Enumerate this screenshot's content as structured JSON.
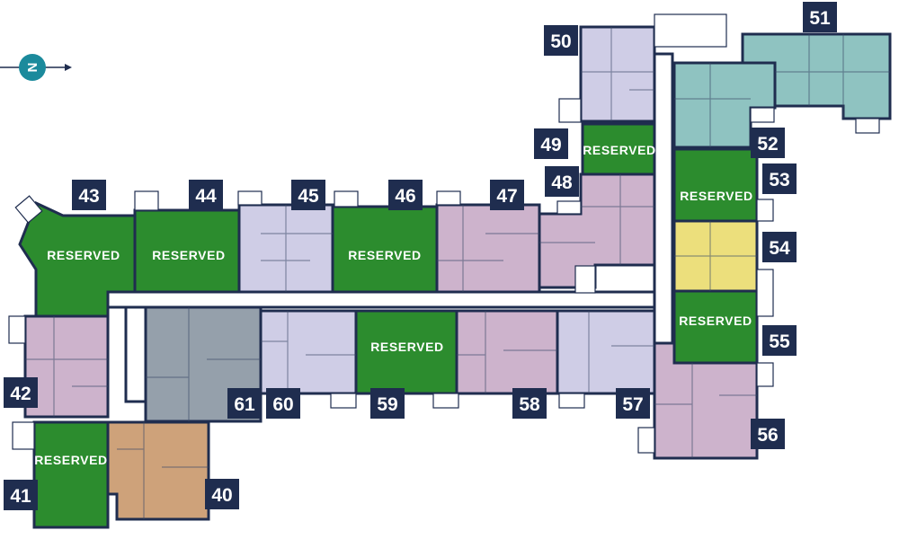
{
  "colors": {
    "reserved": "#2c8c2e",
    "lavender": "#cfcde6",
    "mauve": "#cdb3cc",
    "teal": "#8fc3c1",
    "yellow": "#ecdf7c",
    "tan": "#cea27a",
    "slate": "#95a0ab",
    "label_bg": "#1f2d4f",
    "wall": "#1f2d4f",
    "compass": "#1b8a9c"
  },
  "compass": {
    "letter": "N",
    "icon": "north-arrow-icon"
  },
  "units": [
    {
      "id": "40",
      "label": "40",
      "status": "available",
      "color": "tan"
    },
    {
      "id": "41",
      "label": "41",
      "status": "reserved",
      "text": "RESERVED"
    },
    {
      "id": "42",
      "label": "42",
      "status": "available",
      "color": "mauve"
    },
    {
      "id": "43",
      "label": "43",
      "status": "reserved",
      "text": "RESERVED"
    },
    {
      "id": "44",
      "label": "44",
      "status": "reserved",
      "text": "RESERVED"
    },
    {
      "id": "45",
      "label": "45",
      "status": "available",
      "color": "lavender"
    },
    {
      "id": "46",
      "label": "46",
      "status": "reserved",
      "text": "RESERVED"
    },
    {
      "id": "47",
      "label": "47",
      "status": "available",
      "color": "mauve"
    },
    {
      "id": "48",
      "label": "48",
      "status": "available",
      "color": "mauve"
    },
    {
      "id": "49",
      "label": "49",
      "status": "reserved",
      "text": "RESERVED"
    },
    {
      "id": "50",
      "label": "50",
      "status": "available",
      "color": "lavender"
    },
    {
      "id": "51",
      "label": "51",
      "status": "available",
      "color": "teal"
    },
    {
      "id": "52",
      "label": "52",
      "status": "available",
      "color": "teal"
    },
    {
      "id": "53",
      "label": "53",
      "status": "reserved",
      "text": "RESERVED"
    },
    {
      "id": "54",
      "label": "54",
      "status": "available",
      "color": "yellow"
    },
    {
      "id": "55",
      "label": "55",
      "status": "reserved",
      "text": "RESERVED"
    },
    {
      "id": "56",
      "label": "56",
      "status": "available",
      "color": "mauve"
    },
    {
      "id": "57",
      "label": "57",
      "status": "available",
      "color": "lavender"
    },
    {
      "id": "58",
      "label": "58",
      "status": "available",
      "color": "mauve"
    },
    {
      "id": "59",
      "label": "59",
      "status": "reserved",
      "text": "RESERVED"
    },
    {
      "id": "60",
      "label": "60",
      "status": "available",
      "color": "lavender"
    },
    {
      "id": "61",
      "label": "61",
      "status": "available",
      "color": "slate"
    }
  ]
}
